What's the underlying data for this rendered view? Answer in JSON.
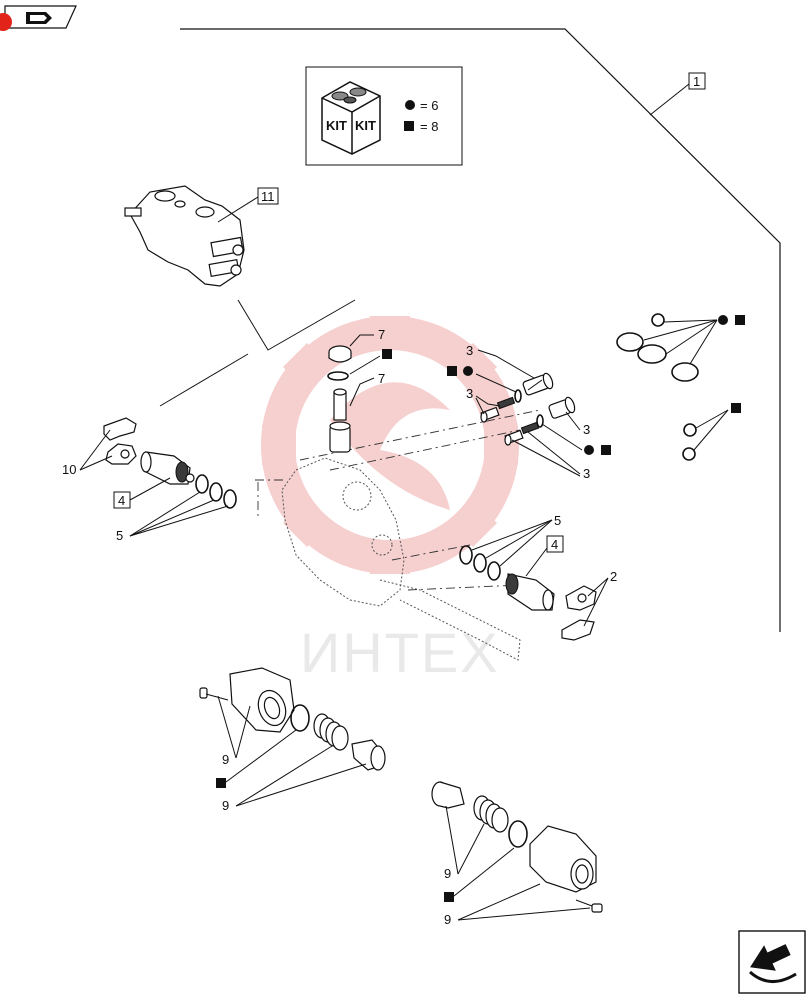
{
  "kit_legend": {
    "kit_label_left": "KIT",
    "kit_label_right": "KIT",
    "circle_row": "= 6",
    "square_row": "= 8"
  },
  "labels": {
    "frame_ref": "1",
    "valve_ref": "11",
    "item_2": "2",
    "item_3a": "3",
    "item_3b": "3",
    "item_3c": "3",
    "item_3d": "3",
    "item_4_left": "4",
    "item_4_right": "4",
    "item_5_left": "5",
    "item_5_right": "5",
    "item_7a": "7",
    "item_7b": "7",
    "item_9a": "9",
    "item_9b": "9",
    "item_9c": "9",
    "item_9d": "9",
    "item_10": "10"
  },
  "watermark": {
    "text": "ИНТЕХ",
    "color": "#f5c8c8"
  },
  "colors": {
    "accent": "#e2231a",
    "ink": "#111111"
  },
  "icons": {
    "corner_badge": "book-arrow-icon",
    "nav": "page-turn-arrow-icon"
  }
}
